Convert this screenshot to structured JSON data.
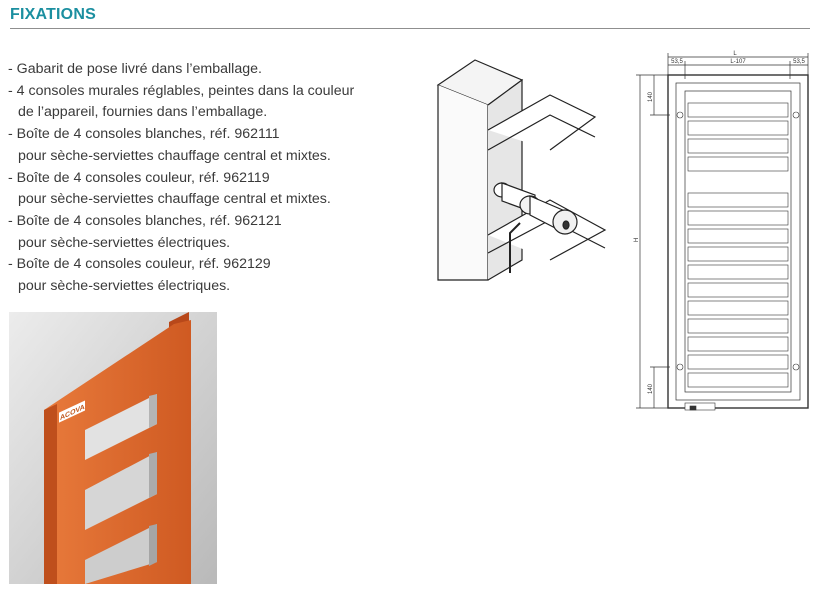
{
  "header": {
    "title": "FIXATIONS",
    "accent_color": "#1b8fa0"
  },
  "bullets": [
    {
      "line": "- Gabarit de pose livré dans l’emballage."
    },
    {
      "line": "- 4 consoles murales réglables, peintes dans la couleur",
      "cont": "de l’appareil, fournies dans l’emballage."
    },
    {
      "line": "- Boîte de 4 consoles blanches, réf. 962111",
      "cont": "pour sèche-serviettes chauffage central et mixtes."
    },
    {
      "line": "- Boîte de 4 consoles couleur, réf. 962119",
      "cont": "pour sèche-serviettes chauffage central et mixtes."
    },
    {
      "line": "- Boîte de 4 consoles blanches, réf. 962121",
      "cont": "pour sèche-serviettes électriques."
    },
    {
      "line": "- Boîte de 4 consoles couleur, réf. 962129",
      "cont": "pour sèche-serviettes électriques."
    }
  ],
  "photo": {
    "logo_text": "ACOVA",
    "radiator_color": "#d8652a"
  },
  "dimensions": {
    "width": "L",
    "inner_width": "L-107",
    "margin_left": "53,5",
    "margin_right": "53,5",
    "height": "H",
    "top_offset": "140",
    "bottom_offset": "140"
  }
}
